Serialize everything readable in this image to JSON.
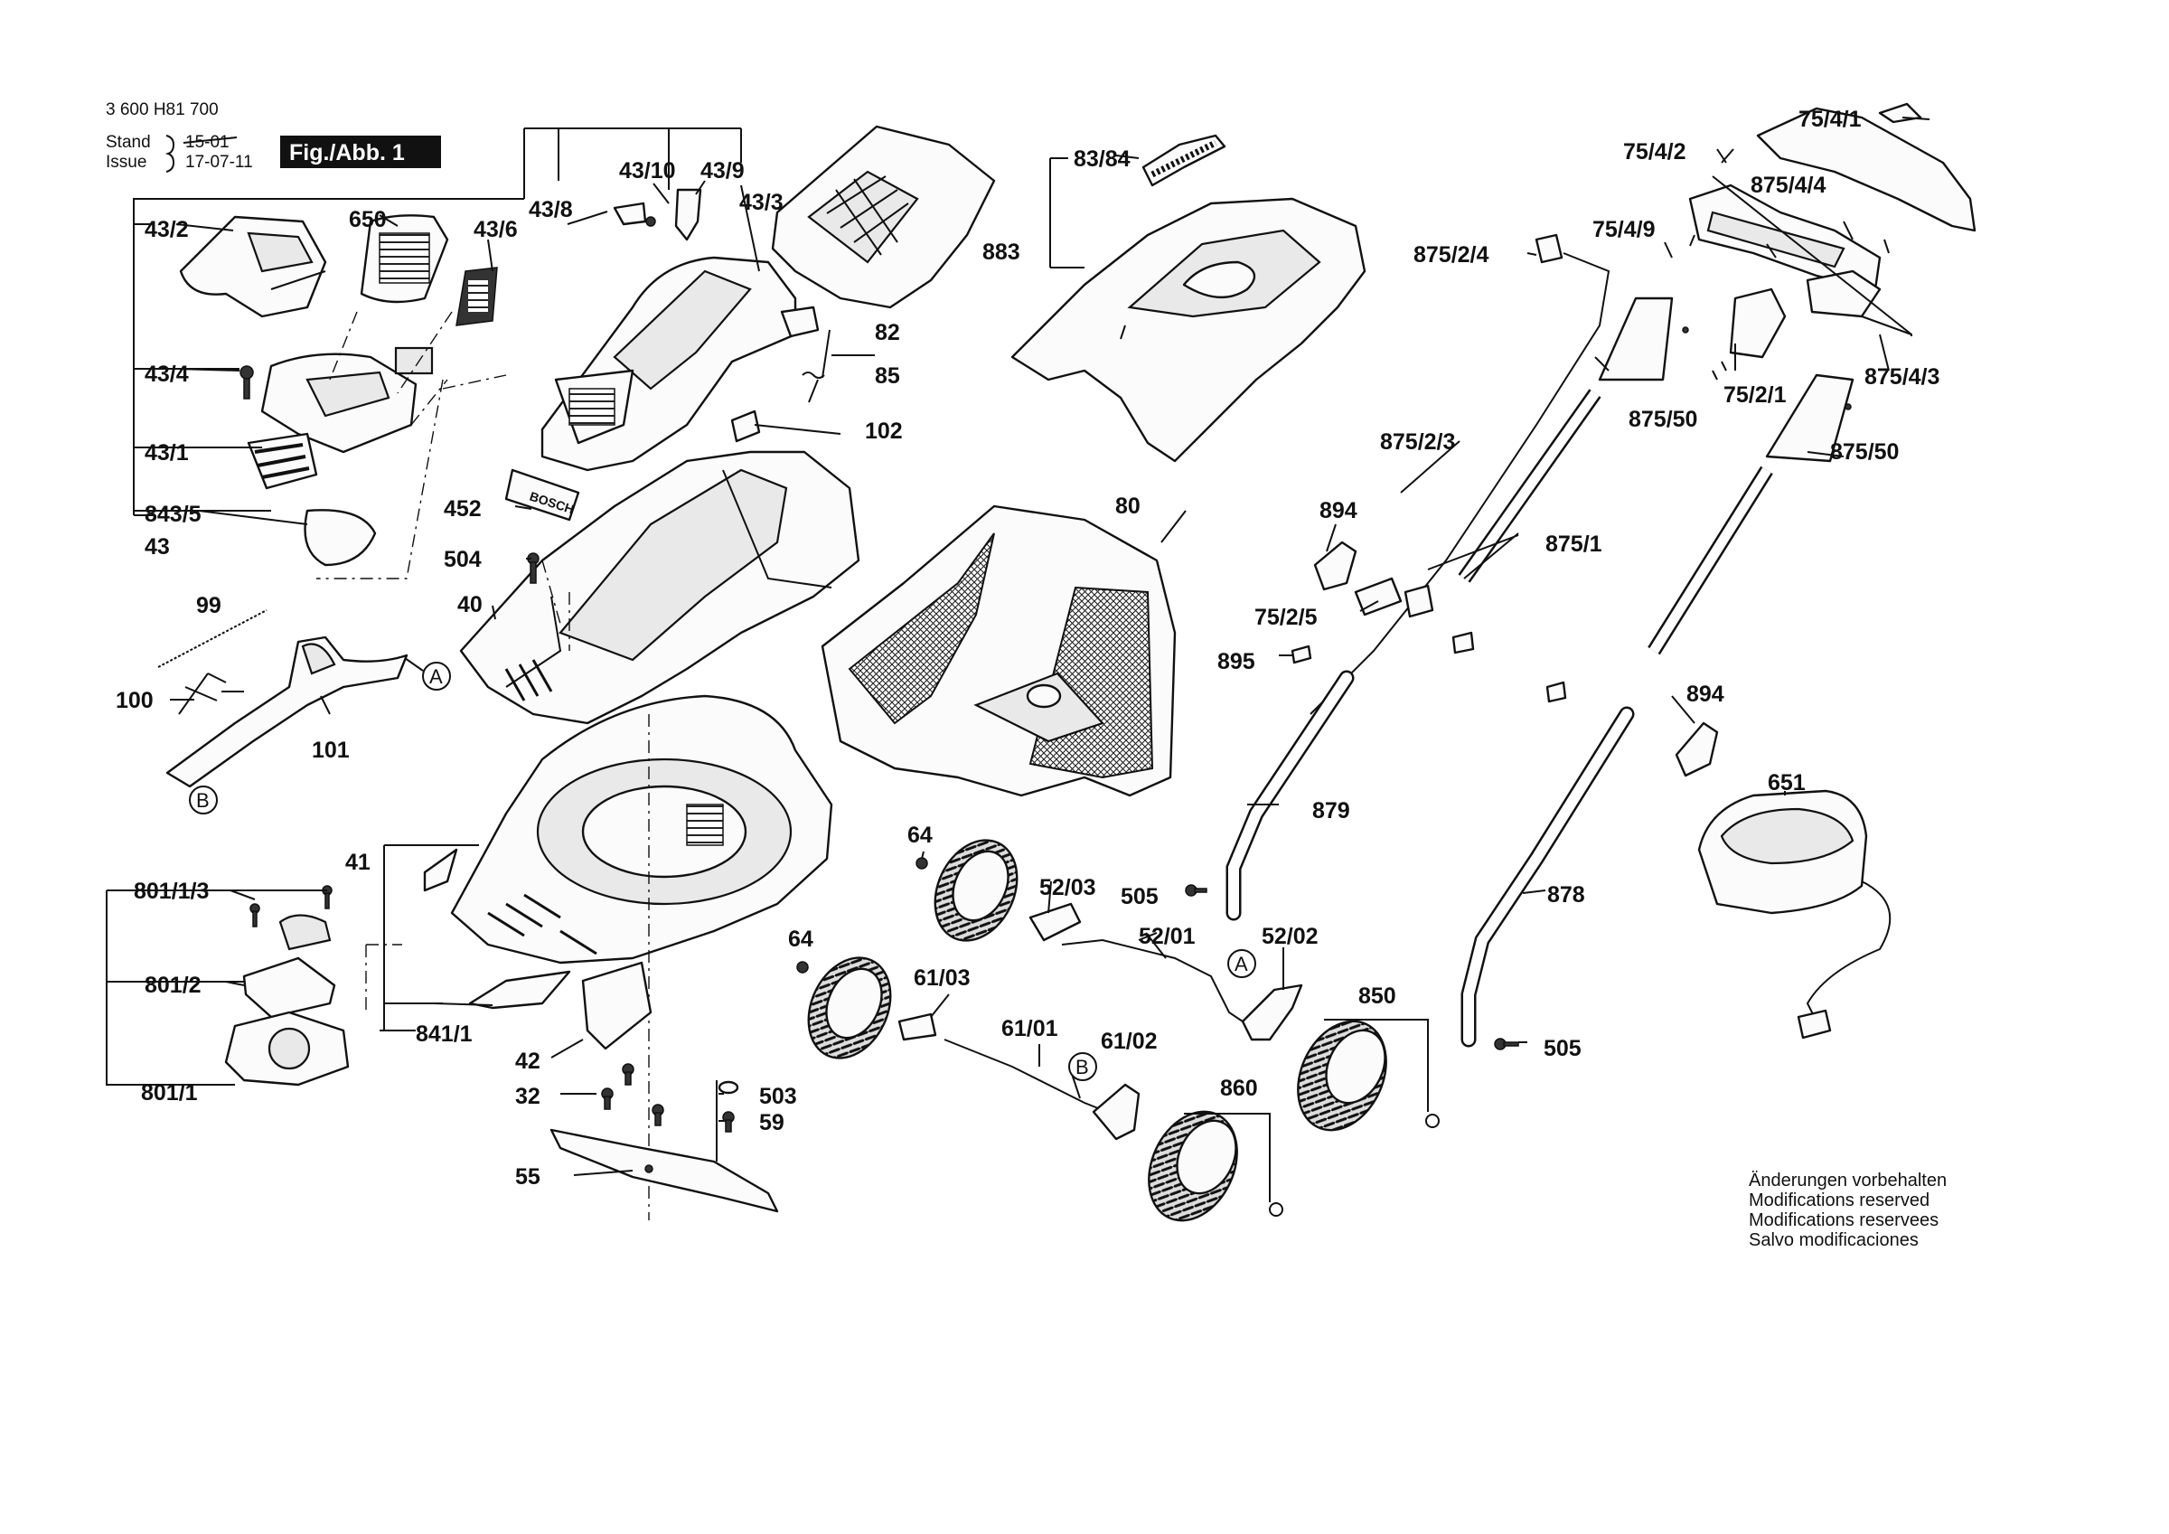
{
  "header": {
    "doc_number": "3 600 H81 700",
    "stand_label": "Stand",
    "stand_value": "15-01",
    "issue_label": "Issue",
    "issue_value": "17-07-11",
    "figure": "Fig./Abb. 1"
  },
  "notes": [
    "Änderungen vorbehalten",
    "Modifications reserved",
    "Modifications reservees",
    "Salvo modificaciones"
  ],
  "callouts": {
    "A": "A",
    "B": "B"
  },
  "labels": {
    "p43_2": "43/2",
    "p650": "650",
    "p43_6": "43/6",
    "p43_8": "43/8",
    "p43_10": "43/10",
    "p43_9": "43/9",
    "p43_3": "43/3",
    "p43_4": "43/4",
    "p43_1": "43/1",
    "p843_5": "843/5",
    "p43": "43",
    "p82": "82",
    "p85": "85",
    "p102": "102",
    "p452": "452",
    "p504": "504",
    "p40": "40",
    "p99": "99",
    "p100": "100",
    "p101": "101",
    "p83_84": "83/84",
    "p883": "883",
    "p80": "80",
    "p41": "41",
    "p801_1_3": "801/1/3",
    "p801_2": "801/2",
    "p801_1": "801/1",
    "p841_1": "841/1",
    "p42": "42",
    "p32": "32",
    "p503": "503",
    "p59": "59",
    "p55": "55",
    "p64a": "64",
    "p64b": "64",
    "p52_03": "52/03",
    "p505a": "505",
    "p52_01": "52/01",
    "p52_02": "52/02",
    "p61_03": "61/03",
    "p61_01": "61/01",
    "p61_02": "61/02",
    "p850": "850",
    "p860": "860",
    "p75_4_1": "75/4/1",
    "p75_4_2": "75/4/2",
    "p875_4_4": "875/4/4",
    "p75_4_9": "75/4/9",
    "p875_2_4": "875/2/4",
    "p875_4_3": "875/4/3",
    "p875_50a": "875/50",
    "p75_2_1": "75/2/1",
    "p875_2_3": "875/2/3",
    "p875_50b": "875/50",
    "p894a": "894",
    "p875_1": "875/1",
    "p75_2_5": "75/2/5",
    "p895": "895",
    "p894b": "894",
    "p879": "879",
    "p651": "651",
    "p878": "878",
    "p505b": "505"
  }
}
